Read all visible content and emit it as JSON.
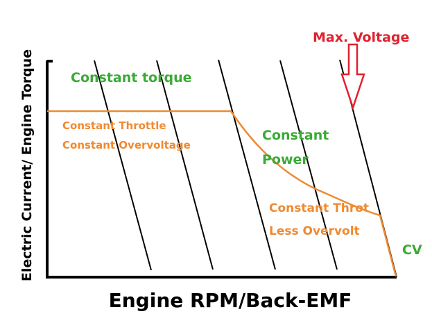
{
  "axes": {
    "x_label": "Engine RPM/Back-EMF",
    "y_label": "Electric Current/ Engine Torque"
  },
  "labels": {
    "max_voltage": "Max. Voltage",
    "constant_torque": "Constant torque",
    "constant_throttle": "Constant Throttle",
    "constant_overvoltage": "Constant Overvoltage",
    "constant": "Constant",
    "power": "Power",
    "constant_throt": "Constant Throt",
    "less_overvolt": "Less Overvolt",
    "cv": "CV"
  },
  "colors": {
    "axis": "#000000",
    "curve": "#f08a30",
    "green_text": "#3aaa35",
    "red_text": "#e0202e",
    "arrow": "#e0202e"
  },
  "icons": {
    "arrow": "down-arrow-icon"
  }
}
